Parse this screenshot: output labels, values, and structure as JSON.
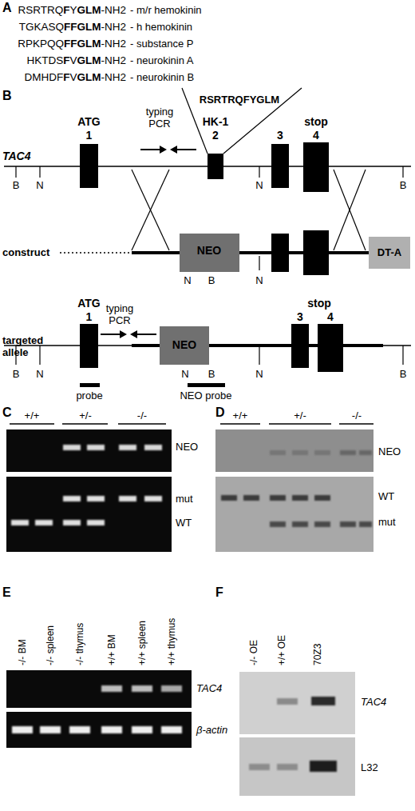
{
  "diagram": {
    "nodes": [
      {
        "text": [
          "ATG",
          "1"
        ]
      },
      {
        "text": [
          "HK-1",
          "2"
        ]
      },
      {
        "text": [
          "3"
        ]
      },
      {
        "text": [
          "stop",
          "4"
        ]
      },
      {
        "text": [
          "NEO"
        ]
      },
      {
        "text": [
          "DT-A"
        ]
      },
      {
        "text": [
          "ATG",
          "1"
        ]
      },
      {
        "text": [
          "NEO"
        ]
      },
      {
        "text": [
          "3"
        ]
      },
      {
        "text": [
          "stop",
          "4"
        ]
      }
    ],
    "labels": [
      "A",
      "RSRTRQFYGLM-NH2",
      "- m/r hemokinin",
      "TGKASQFFGLM-NH2",
      "- h hemokinin",
      "RPKPQQFFGLM-NH2",
      "- substance P",
      "HKTDSFVGLM-NH2",
      "- neurokinin A",
      "DMHDFFVGLM-NH2",
      "- neurokinin B",
      "B",
      "RSRTRQFYGLM",
      "TAC4",
      "typing PCR",
      "B",
      "N",
      "N",
      "B",
      "construct",
      "N",
      "B",
      "N",
      "targeted allele",
      "typing PCR",
      "B",
      "N",
      "N",
      "B",
      "N",
      "B",
      "probe",
      "NEO probe",
      "C",
      "+/+",
      "+/-",
      "-/-",
      "NEO",
      "mut",
      "WT",
      "D",
      "+/+",
      "+/-",
      "-/-",
      "NEO",
      "WT",
      "mut",
      "E",
      "-/- BM",
      "-/- spleen",
      "-/- thymus",
      "+/+ BM",
      "+/+ spleen",
      "+/+ thymus",
      "TAC4",
      "β-actin",
      "F",
      "-/- OE",
      "+/+ OE",
      "70Z3",
      "TAC4",
      "L32"
    ]
  }
}
